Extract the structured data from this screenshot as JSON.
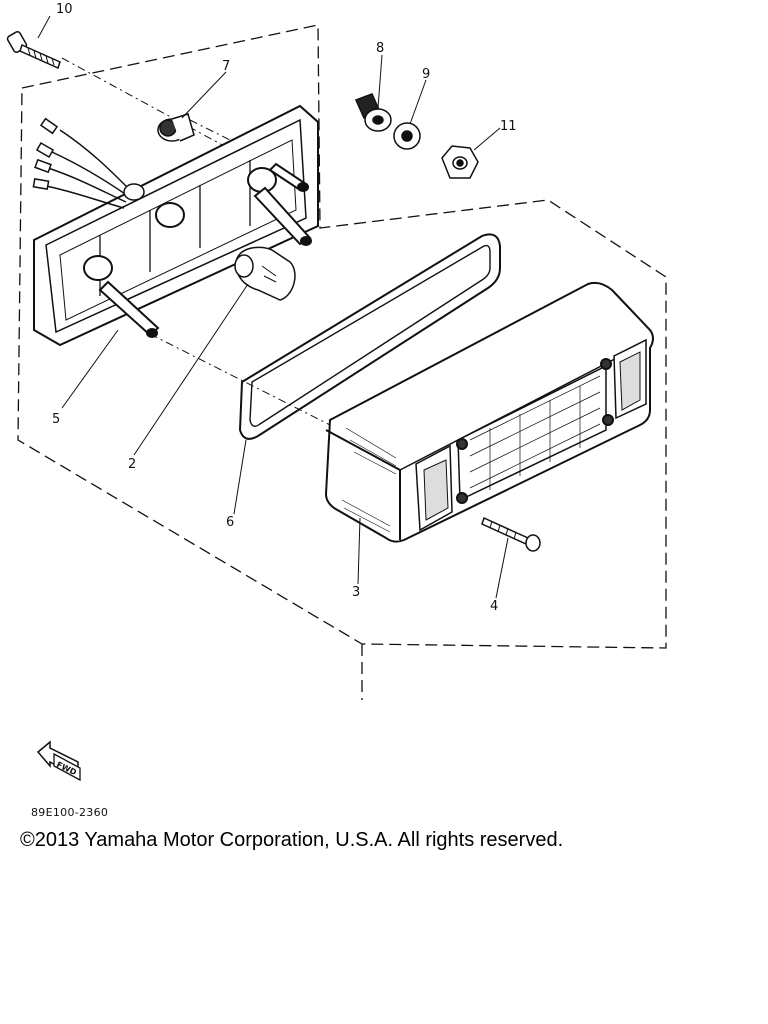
{
  "callouts": {
    "c10": "10",
    "c7": "7",
    "c8": "8",
    "c9": "9",
    "c11": "11",
    "c5": "5",
    "c2": "2",
    "c6": "6",
    "c3": "3",
    "c4": "4"
  },
  "fwd_badge": "FWD",
  "drawing_code": "89E100-2360",
  "copyright": "©2013 Yamaha Motor Corporation, U.S.A. All rights reserved."
}
